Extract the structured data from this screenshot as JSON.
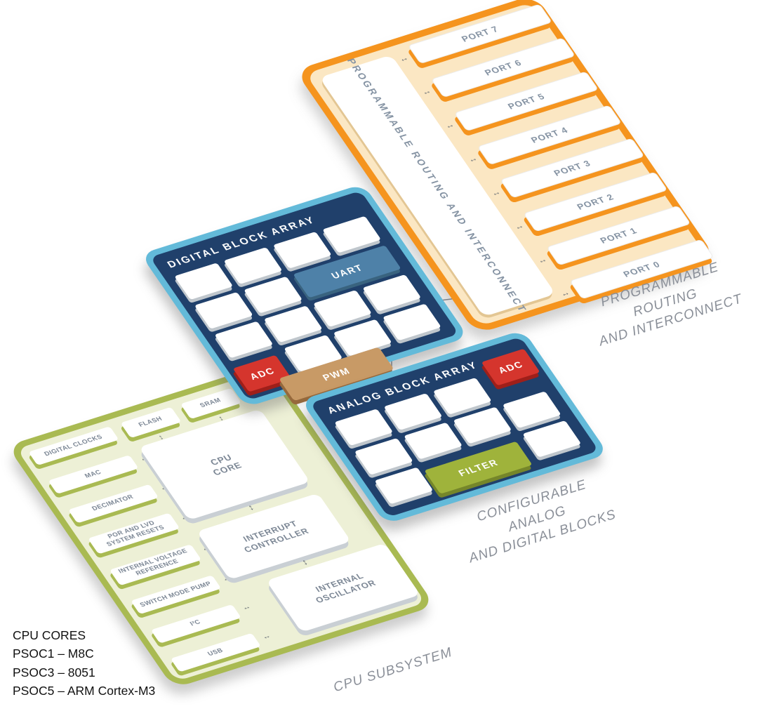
{
  "routing_panel": {
    "label": "PROGRAMMABLE ROUTING AND INTERCONNECT",
    "ports": [
      "PORT 7",
      "PORT 6",
      "PORT 5",
      "PORT 4",
      "PORT 3",
      "PORT 2",
      "PORT 1",
      "PORT 0"
    ]
  },
  "digital_panel": {
    "title": "DIGITAL BLOCK ARRAY",
    "uart": "UART",
    "adc": "ADC",
    "pwm": "PWM"
  },
  "analog_panel": {
    "title": "ANALOG BLOCK ARRAY",
    "adc": "ADC",
    "filter": "FILTER"
  },
  "cpu_panel": {
    "items": [
      "DIGITAL CLOCKS",
      "MAC",
      "DECIMATOR",
      "POR AND LVD SYSTEM RESETS",
      "INTERNAL VOLTAGE REFERENCE",
      "SWITCH MODE PUMP",
      "I²C",
      "USB"
    ],
    "flash": "FLASH",
    "sram": "SRAM",
    "cpu_core": "CPU CORE",
    "interrupt_controller": "INTERRUPT CONTROLLER",
    "internal_oscillator": "INTERNAL OSCILLATOR"
  },
  "captions": {
    "routing_line1": "PROGRAMMABLE ROUTING",
    "routing_line2": "AND INTERCONNECT",
    "analog_line1": "CONFIGURABLE ANALOG",
    "analog_line2": "AND DIGITAL BLOCKS",
    "cpu": "CPU SUBSYSTEM"
  },
  "legend": {
    "title": "CPU CORES",
    "lines": [
      "PSOC1 – M8C",
      "PSOC3 – 8051",
      "PSOC5 – ARM Cortex-M3"
    ]
  },
  "icons": {
    "h_arrow": "↔",
    "v_arrow": "↕"
  },
  "colors": {
    "orange": "#F5941E",
    "orange_fill": "#FBE7C3",
    "blue_border": "#63BAD9",
    "navy": "#20406B",
    "uart_blue": "#4E81A8",
    "adc_red": "#D5352D",
    "pwm_tan": "#C89A66",
    "filter_olive": "#9FB33B",
    "green_border": "#A9BA52",
    "green_fill": "#EDF0D6",
    "label_gray": "#8593A3",
    "caption_gray": "#8A8F98"
  }
}
